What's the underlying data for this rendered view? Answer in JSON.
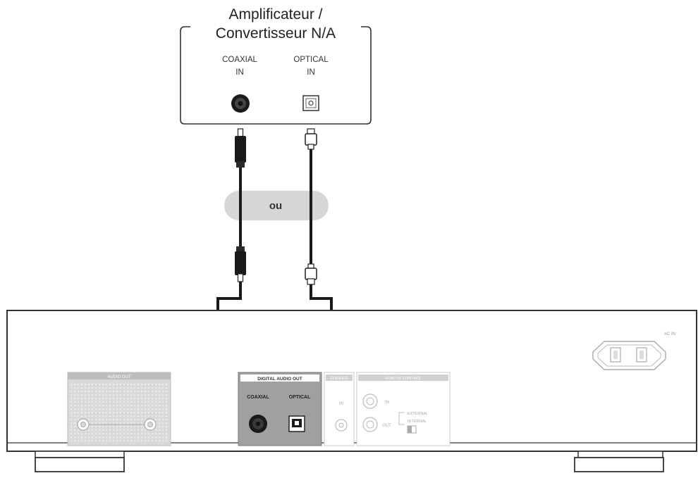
{
  "amplifier": {
    "title_line1": "Amplificateur /",
    "title_line2": "Convertisseur N/A",
    "coaxial_label_1": "COAXIAL",
    "coaxial_label_2": "IN",
    "optical_label_1": "OPTICAL",
    "optical_label_2": "IN"
  },
  "middle": {
    "or_label": "ou"
  },
  "player": {
    "ac_in_label": "AC IN",
    "audio_out_label": "AUDIO OUT",
    "digital_out_label": "DIGITAL AUDIO OUT",
    "coaxial_out_label": "COAXIAL",
    "optical_out_label": "OPTICAL",
    "flasher_label": "FLASHER",
    "flasher_in_label": "IN",
    "remote_label": "REMOTE CONTROL",
    "remote_in_label": "IN",
    "remote_out_label": "OUT",
    "external_label": "EXTERNAL",
    "internal_label": "INTERNAL"
  },
  "colors": {
    "line": "#333333",
    "cable": "#1a1a1a",
    "panel_gray": "#d9d9d9",
    "digital_panel": "#9a9a9a",
    "or_pill": "#d6d6d6"
  }
}
